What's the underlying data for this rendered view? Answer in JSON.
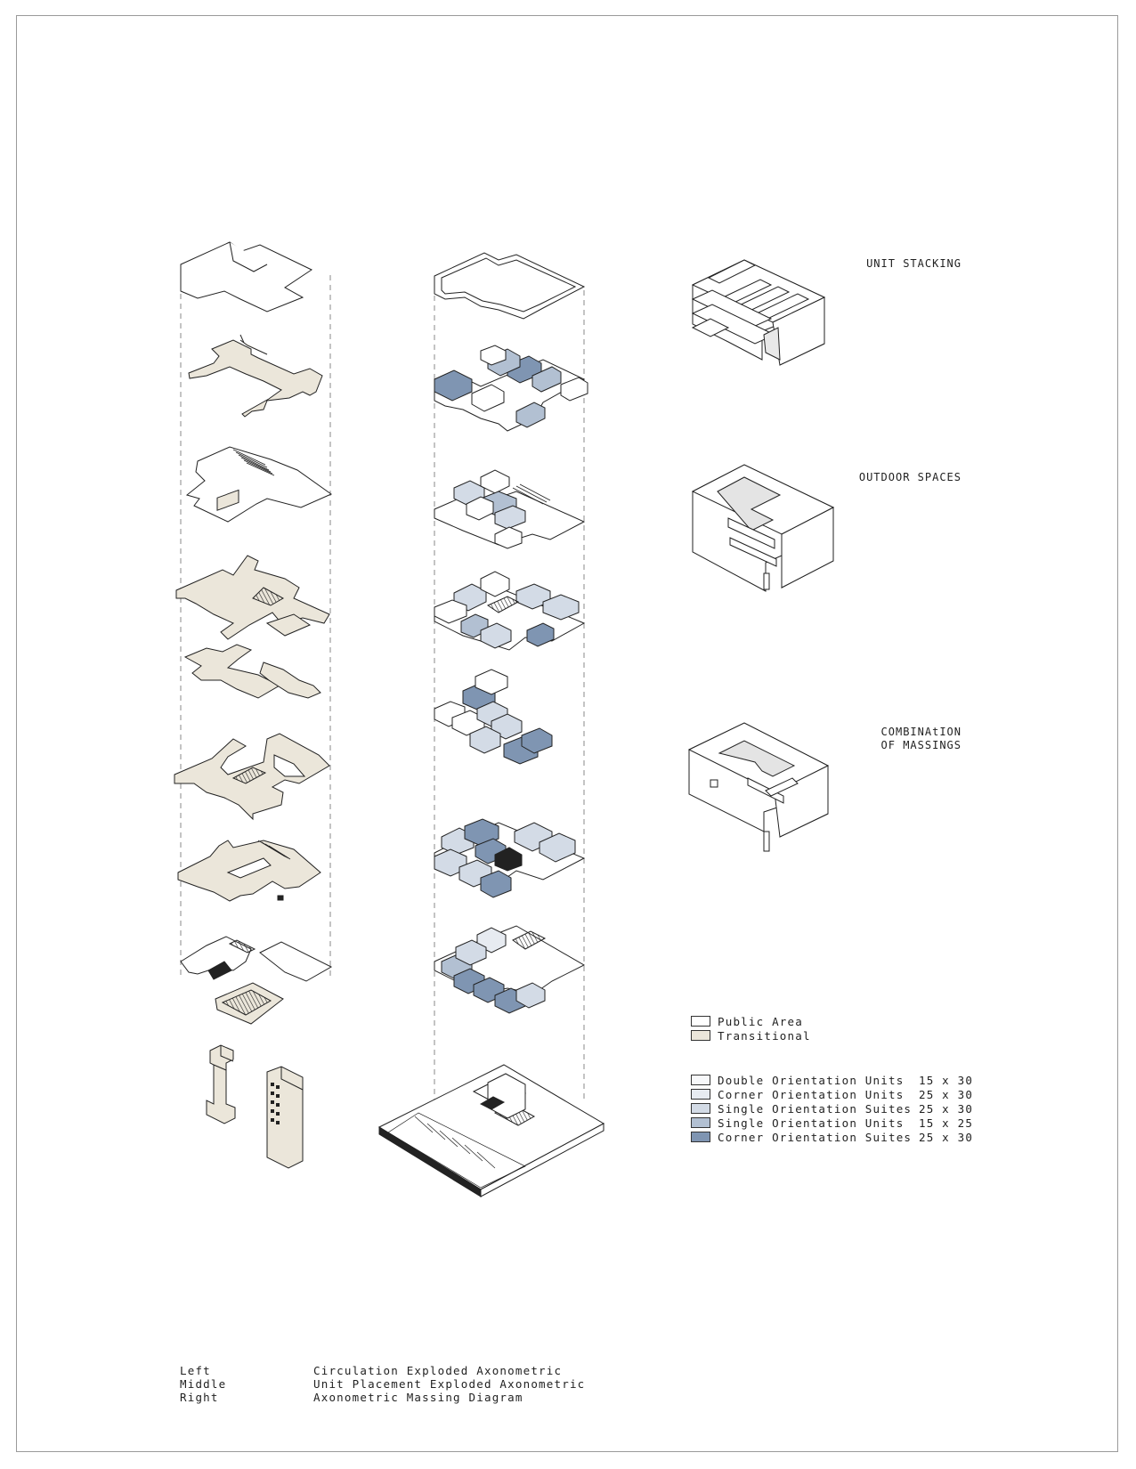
{
  "massing_labels": {
    "unit_stacking": "UNIT STACKING",
    "outdoor_spaces": "OUTDOOR SPACES",
    "combination_line1": "COMBINAtION",
    "combination_line2": "OF MASSINGS"
  },
  "area_legend": [
    {
      "label": "Public Area",
      "color": "#ffffff"
    },
    {
      "label": "Transitional",
      "color": "#ebe6da"
    }
  ],
  "unit_legend": [
    {
      "label": "Double Orientation Units",
      "size": "15 x 30",
      "color": "#f7f8fa"
    },
    {
      "label": "Corner Orientation Units",
      "size": "25 x 30",
      "color": "#e7ebf1"
    },
    {
      "label": "Single Orientation Suites",
      "size": "25 x 30",
      "color": "#d3dbe6"
    },
    {
      "label": "Single Orientation Units",
      "size": "15 x 25",
      "color": "#b2c0d2"
    },
    {
      "label": "Corner Orientation Suites",
      "size": "25 x 30",
      "color": "#7f95b2"
    }
  ],
  "captions": [
    {
      "key": "Left",
      "value": "Circulation Exploded Axonometric"
    },
    {
      "key": "Middle",
      "value": "Unit Placement Exploded Axonometric"
    },
    {
      "key": "Right",
      "value": "Axonometric Massing Diagram"
    }
  ]
}
